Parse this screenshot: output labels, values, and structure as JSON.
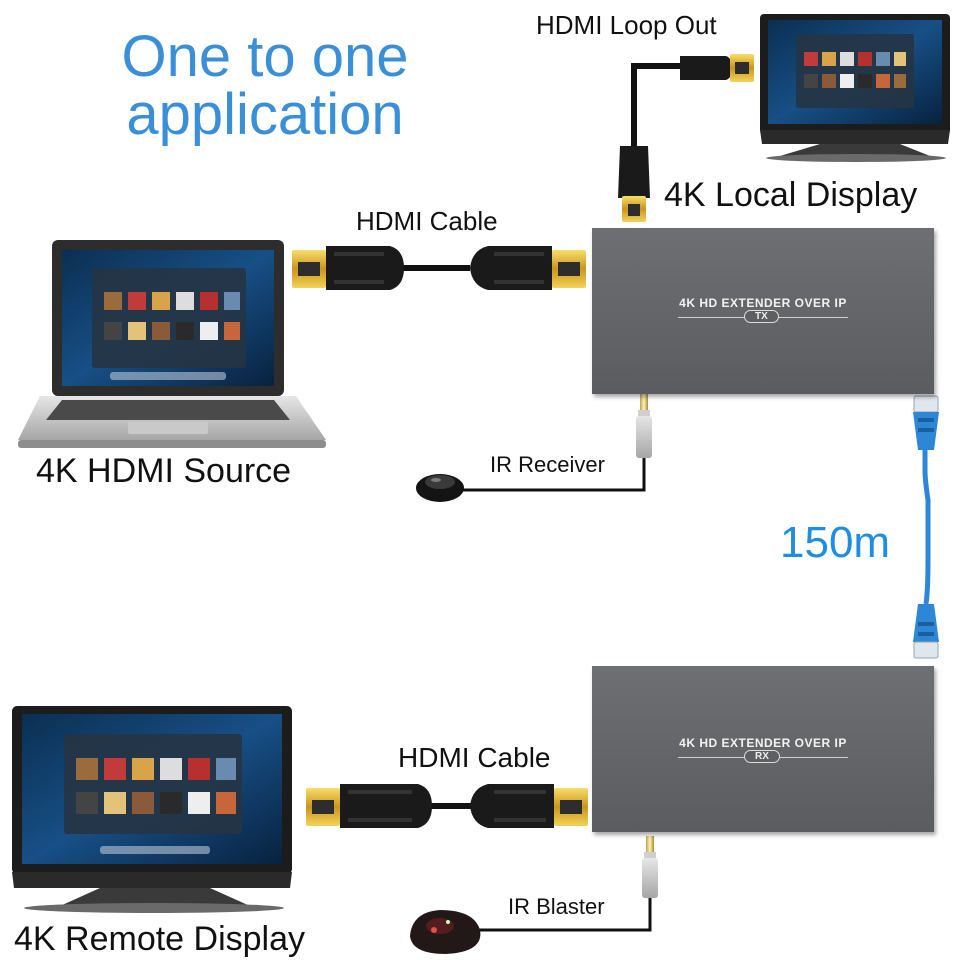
{
  "title": {
    "line1": "One to one",
    "line2": "application"
  },
  "labels": {
    "hdmi_loop_out": "HDMI Loop Out",
    "local_display": "4K Local Display",
    "hdmi_cable_top": "HDMI Cable",
    "hdmi_source": "4K HDMI Source",
    "ir_receiver": "IR Receiver",
    "distance": "150m",
    "hdmi_cable_bottom": "HDMI Cable",
    "ir_blaster": "IR Blaster",
    "remote_display": "4K Remote Display"
  },
  "tx_box": {
    "title": "4K HD EXTENDER OVER IP",
    "tag": "TX"
  },
  "rx_box": {
    "title": "4K HD EXTENDER OVER IP",
    "tag": "RX"
  },
  "colors": {
    "title_blue": "#3a8fd6",
    "distance_blue": "#1f8ee0",
    "cat_cable": "#2e86d6",
    "box_gray": "#626467"
  },
  "icons": [
    "laptop-icon",
    "monitor-icon",
    "hdmi-plug-icon",
    "ir-receiver-icon",
    "ir-blaster-icon",
    "rj45-plug-icon",
    "audio-jack-icon"
  ]
}
